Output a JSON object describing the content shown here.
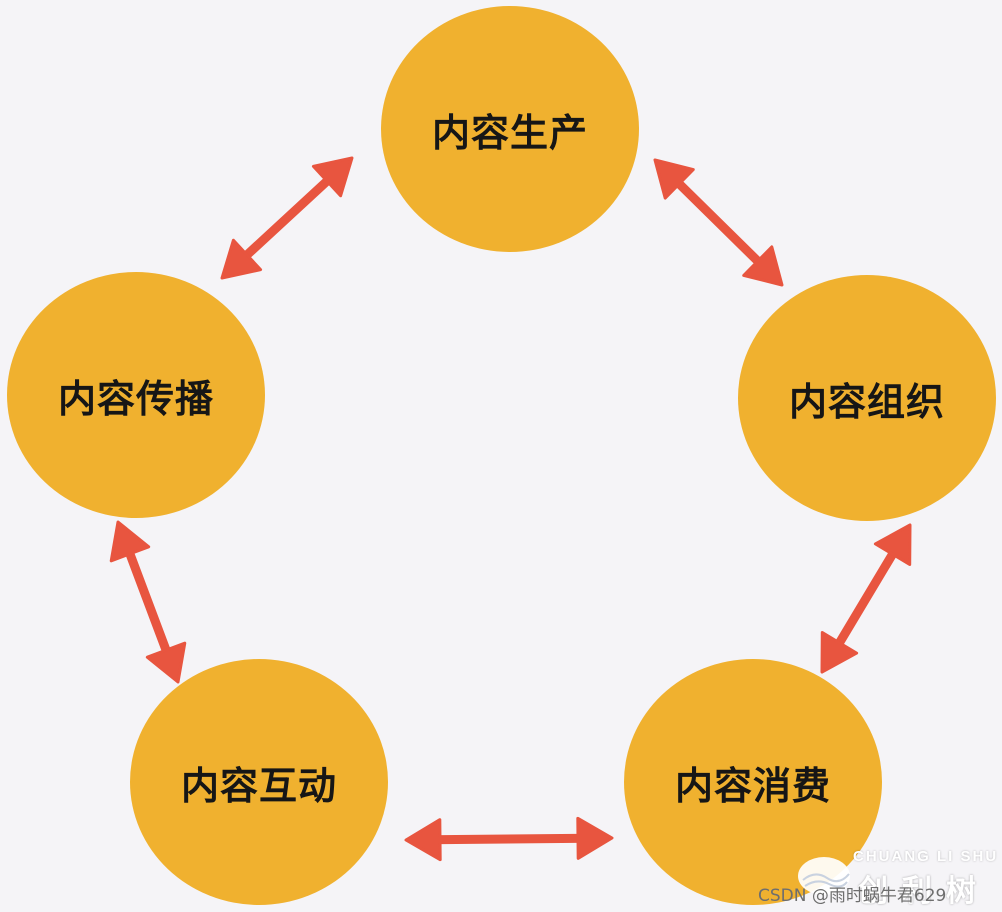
{
  "diagram": {
    "nodes": [
      {
        "id": "production",
        "label": "内容生产"
      },
      {
        "id": "organization",
        "label": "内容组织"
      },
      {
        "id": "consumption",
        "label": "内容消费"
      },
      {
        "id": "interaction",
        "label": "内容互动"
      },
      {
        "id": "distribution",
        "label": "内容传播"
      }
    ],
    "edges": [
      {
        "from": "production",
        "to": "organization",
        "direction": "both"
      },
      {
        "from": "organization",
        "to": "consumption",
        "direction": "both"
      },
      {
        "from": "consumption",
        "to": "interaction",
        "direction": "both"
      },
      {
        "from": "interaction",
        "to": "distribution",
        "direction": "both"
      },
      {
        "from": "distribution",
        "to": "production",
        "direction": "both"
      }
    ],
    "colors": {
      "node_fill": "#f0b12f",
      "arrow": "#e8553f",
      "label": "#161616",
      "background": "#f5f4f7"
    }
  },
  "watermark": {
    "brand_en": "CHUANG LI SHU",
    "brand_cn": "创利树",
    "csdn_text": "CSDN @雨时蜗牛君629"
  }
}
